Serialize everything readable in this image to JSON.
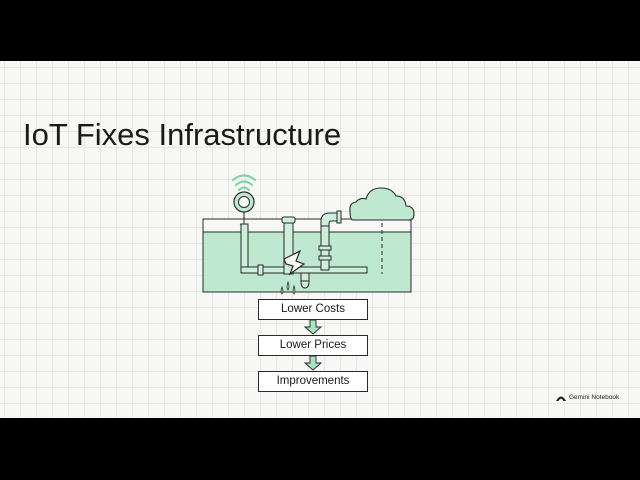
{
  "slide": {
    "title": "IoT Fixes Infrastructure",
    "illustration_icons": [
      "wifi-signal-icon",
      "iot-sensor-icon",
      "cloud-icon",
      "leaking-pipe-icon"
    ],
    "flow": [
      {
        "label": "Lower Costs"
      },
      {
        "label": "Lower Prices"
      },
      {
        "label": "Improvements"
      }
    ],
    "branding": {
      "label": "Gemini Notebook",
      "icon": "notebook-logo-icon"
    }
  },
  "colors": {
    "background": "#f7f7f5",
    "grid": "#e6e6e3",
    "water_fill": "#bfe8d0",
    "pipe_fill": "#cdeed9",
    "arrow_fill": "#a9e3c0",
    "stroke": "#2a2a2a",
    "letterbox": "#000000"
  }
}
